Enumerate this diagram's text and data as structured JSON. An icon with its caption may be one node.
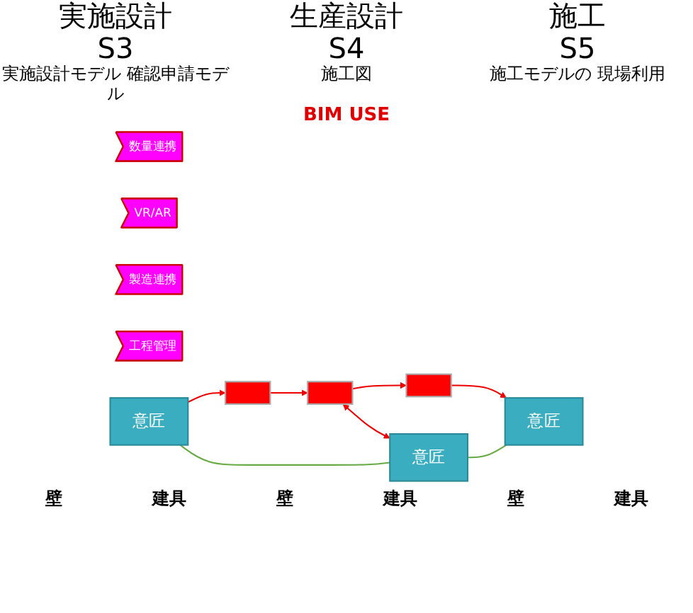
{
  "diagram": {
    "nodes": [
      {
        "text": [
          "数量連携"
        ]
      },
      {
        "text": [
          "VR/AR"
        ]
      },
      {
        "text": [
          "製造連携"
        ]
      },
      {
        "text": [
          "工程管理"
        ]
      },
      {
        "text": [],
        "shape": "box"
      },
      {
        "text": [],
        "shape": "box"
      },
      {
        "text": [],
        "shape": "box"
      },
      {
        "text": [
          "意匠"
        ]
      },
      {
        "text": [
          "意匠"
        ]
      },
      {
        "text": [
          "意匠"
        ]
      }
    ],
    "edges": [
      {
        "from": 4,
        "to": 5,
        "arrow": "to"
      },
      {
        "from": 5,
        "to": 6,
        "arrow": "to"
      },
      {
        "from": 7,
        "to": 4,
        "arrow": "to"
      },
      {
        "from": 5,
        "to": 8,
        "arrow": "both"
      },
      {
        "from": 6,
        "to": 9,
        "arrow": "to"
      },
      {
        "from": 7,
        "to": 8,
        "arrow": "none",
        "color": "#66aa44"
      },
      {
        "from": 8,
        "to": 9,
        "arrow": "none",
        "color": "#66aa44"
      }
    ],
    "labels": [
      "実施設計",
      "生産設計",
      "施工",
      "S3",
      "S4",
      "S5",
      "実施設計モデル 確認申請モデル",
      "施工図",
      "施工モデルの 現場利用",
      "BIM USE",
      "壁",
      "建具",
      "壁",
      "建具",
      "壁",
      "建具"
    ]
  }
}
